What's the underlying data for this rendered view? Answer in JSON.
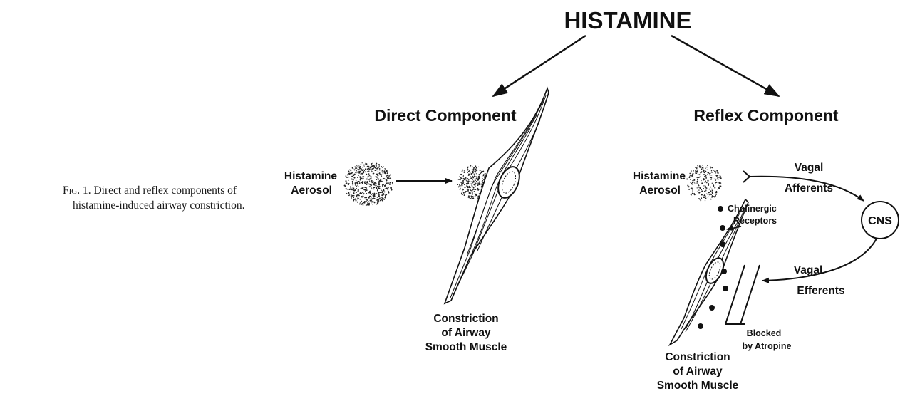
{
  "title": "HISTAMINE",
  "caption": {
    "fig_label": "Fig. 1.",
    "line1": "Direct and reflex components of",
    "line2": "histamine-induced airway constriction."
  },
  "direct": {
    "heading": "Direct Component",
    "aerosol_line1": "Histamine",
    "aerosol_line2": "Aerosol",
    "result_line1": "Constriction",
    "result_line2": "of Airway",
    "result_line3": "Smooth Muscle"
  },
  "reflex": {
    "heading": "Reflex Component",
    "aerosol_line1": "Histamine",
    "aerosol_line2": "Aerosol",
    "afferent_line1": "Vagal",
    "afferent_line2": "Afferents",
    "cns": "CNS",
    "receptors_line1": "Cholinergic",
    "receptors_line2": "Receptors",
    "efferent_line1": "Vagal",
    "efferent_line2": "Efferents",
    "blocked_line1": "Blocked",
    "blocked_line2": "by Atropine",
    "result_line1": "Constriction",
    "result_line2": "of Airway",
    "result_line3": "Smooth Muscle"
  }
}
